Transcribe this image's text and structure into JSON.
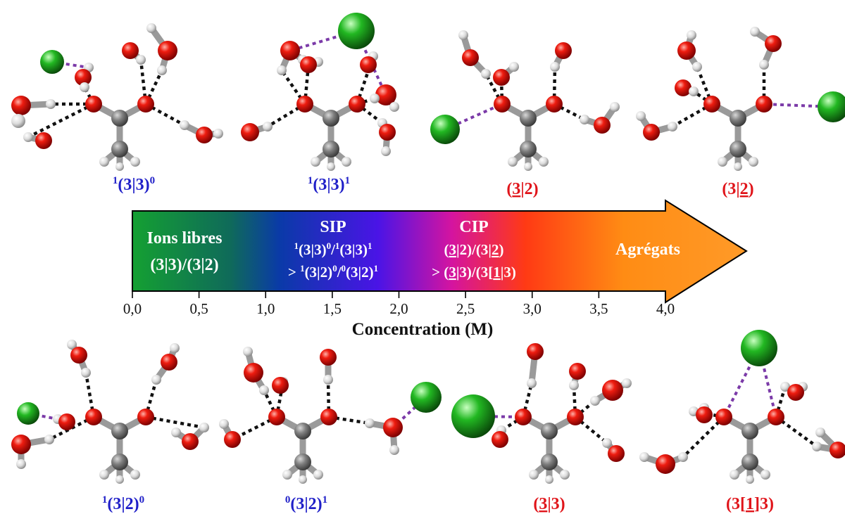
{
  "colors": {
    "oxygen": "#e01010",
    "hydrogen": "#e6e6e6",
    "carbon": "#7a7a7a",
    "chloride": "#1aa81a",
    "hbond": "#111111",
    "ion_contact": "#7b3aa8",
    "label_blue": "#1f1fc8",
    "label_red": "#e0141a",
    "arrow_gradient": [
      "#14a032",
      "#0a3aa8",
      "#4a14e6",
      "#d414a0",
      "#ff3a14",
      "#ff8c14",
      "#ff9a28"
    ]
  },
  "arrow": {
    "regions": [
      {
        "id": "free",
        "title": "Ions libres",
        "line1": "(3|3)/(3|2)"
      },
      {
        "id": "sip",
        "title": "SIP"
      },
      {
        "id": "cip",
        "title": "CIP"
      },
      {
        "id": "agg",
        "title": "Agrégats"
      }
    ]
  },
  "axis": {
    "label": "Concentration (M)",
    "ticks": [
      "0,0",
      "0,5",
      "1,0",
      "1,5",
      "2,0",
      "2,5",
      "3,0",
      "3,5",
      "4,0"
    ]
  },
  "structures": {
    "top": [
      {
        "id": "t1",
        "color": "blue"
      },
      {
        "id": "t2",
        "color": "blue"
      },
      {
        "id": "t3",
        "color": "red"
      },
      {
        "id": "t4",
        "color": "red"
      }
    ],
    "bottom": [
      {
        "id": "b1",
        "color": "blue"
      },
      {
        "id": "b2",
        "color": "blue"
      },
      {
        "id": "b3",
        "color": "red"
      },
      {
        "id": "b4",
        "color": "red"
      }
    ]
  }
}
